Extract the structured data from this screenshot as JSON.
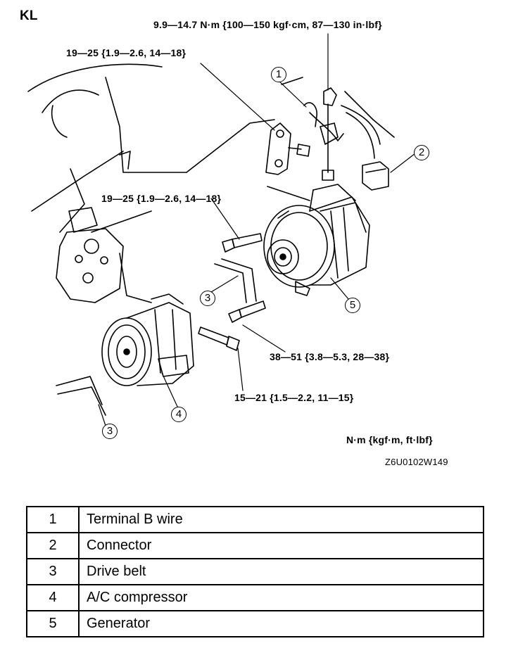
{
  "engine_code": "KL",
  "torque_labels": {
    "terminal_nut": "9.9—14.7 N·m {100—150 kgf·cm, 87—130 in·lbf}",
    "bracket_bolt": "19—25 {1.9—2.6, 14—18}",
    "upper_bolt": "19—25 {1.9—2.6, 14—18}",
    "lower_bolt": "38—51 {3.8—5.3, 28—38}",
    "compressor_bolt": "15—21 {1.5—2.2, 11—15}"
  },
  "units_note": "N·m {kgf·m, ft·lbf}",
  "figure_code": "Z6U0102W149",
  "callouts": {
    "c1": "1",
    "c2": "2",
    "c3a": "3",
    "c3b": "3",
    "c4": "4",
    "c5": "5"
  },
  "legend": [
    {
      "num": "1",
      "desc": "Terminal B wire"
    },
    {
      "num": "2",
      "desc": "Connector"
    },
    {
      "num": "3",
      "desc": "Drive belt"
    },
    {
      "num": "4",
      "desc": "A/C compressor"
    },
    {
      "num": "5",
      "desc": "Generator"
    }
  ]
}
